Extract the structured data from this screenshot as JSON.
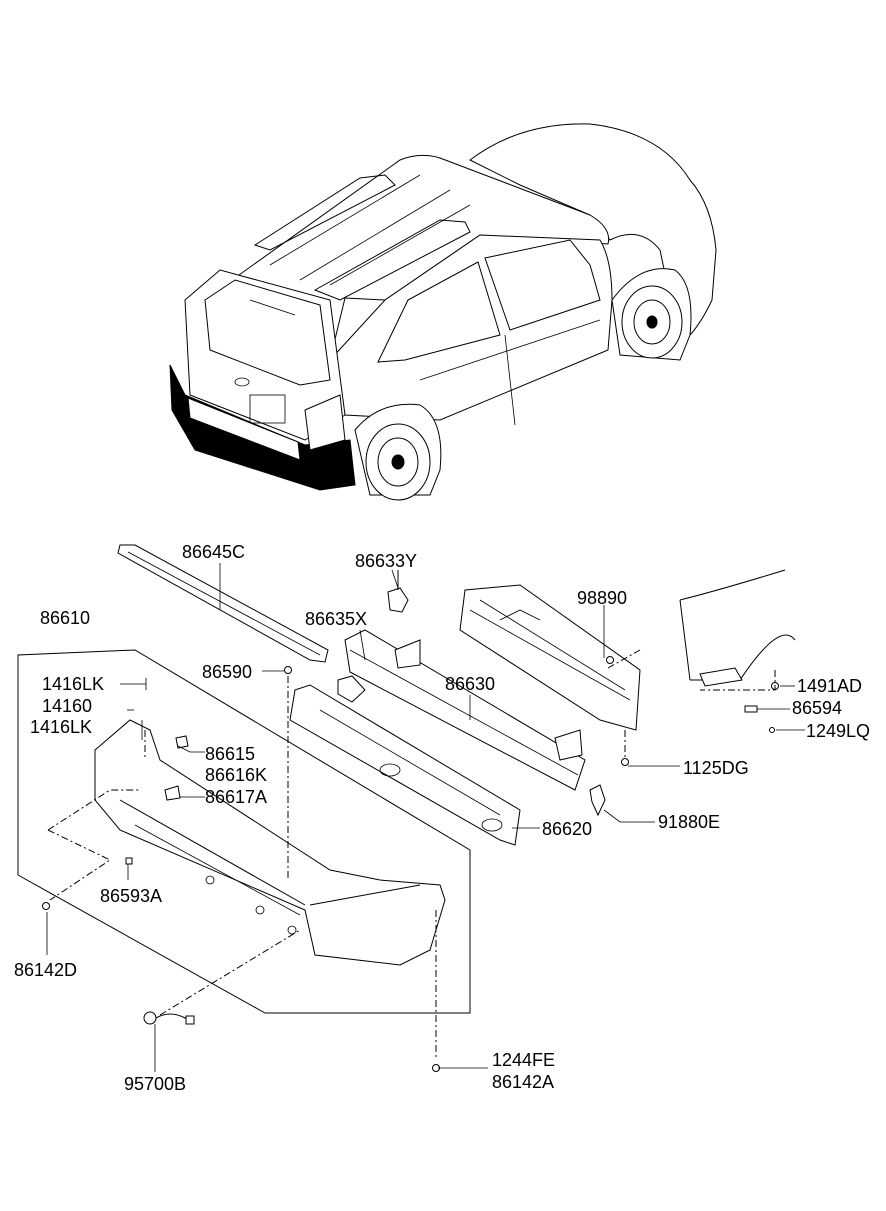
{
  "diagram": {
    "colors": {
      "line": "#000000",
      "background": "#ffffff"
    },
    "part_labels": [
      {
        "id": "p86645C",
        "text": "86645C"
      },
      {
        "id": "p86633Y",
        "text": "86633Y"
      },
      {
        "id": "p86610",
        "text": "86610"
      },
      {
        "id": "p86635X",
        "text": "86635X"
      },
      {
        "id": "p98890",
        "text": "98890"
      },
      {
        "id": "p86590",
        "text": "86590"
      },
      {
        "id": "p86630",
        "text": "86630"
      },
      {
        "id": "p1416LK_a",
        "text": "1416LK"
      },
      {
        "id": "p14160",
        "text": "14160"
      },
      {
        "id": "p1416LK_b",
        "text": "1416LK"
      },
      {
        "id": "p1491AD",
        "text": "1491AD"
      },
      {
        "id": "p86594",
        "text": "86594"
      },
      {
        "id": "p1249LQ",
        "text": "1249LQ"
      },
      {
        "id": "p86615",
        "text": "86615"
      },
      {
        "id": "p86616K",
        "text": "86616K"
      },
      {
        "id": "p86617A",
        "text": "86617A"
      },
      {
        "id": "p1125DG",
        "text": "1125DG"
      },
      {
        "id": "p91880E",
        "text": "91880E"
      },
      {
        "id": "p86620",
        "text": "86620"
      },
      {
        "id": "p86593A",
        "text": "86593A"
      },
      {
        "id": "p86142D",
        "text": "86142D"
      },
      {
        "id": "p95700B",
        "text": "95700B"
      },
      {
        "id": "p1244FE",
        "text": "1244FE"
      },
      {
        "id": "p86142A",
        "text": "86142A"
      }
    ]
  }
}
